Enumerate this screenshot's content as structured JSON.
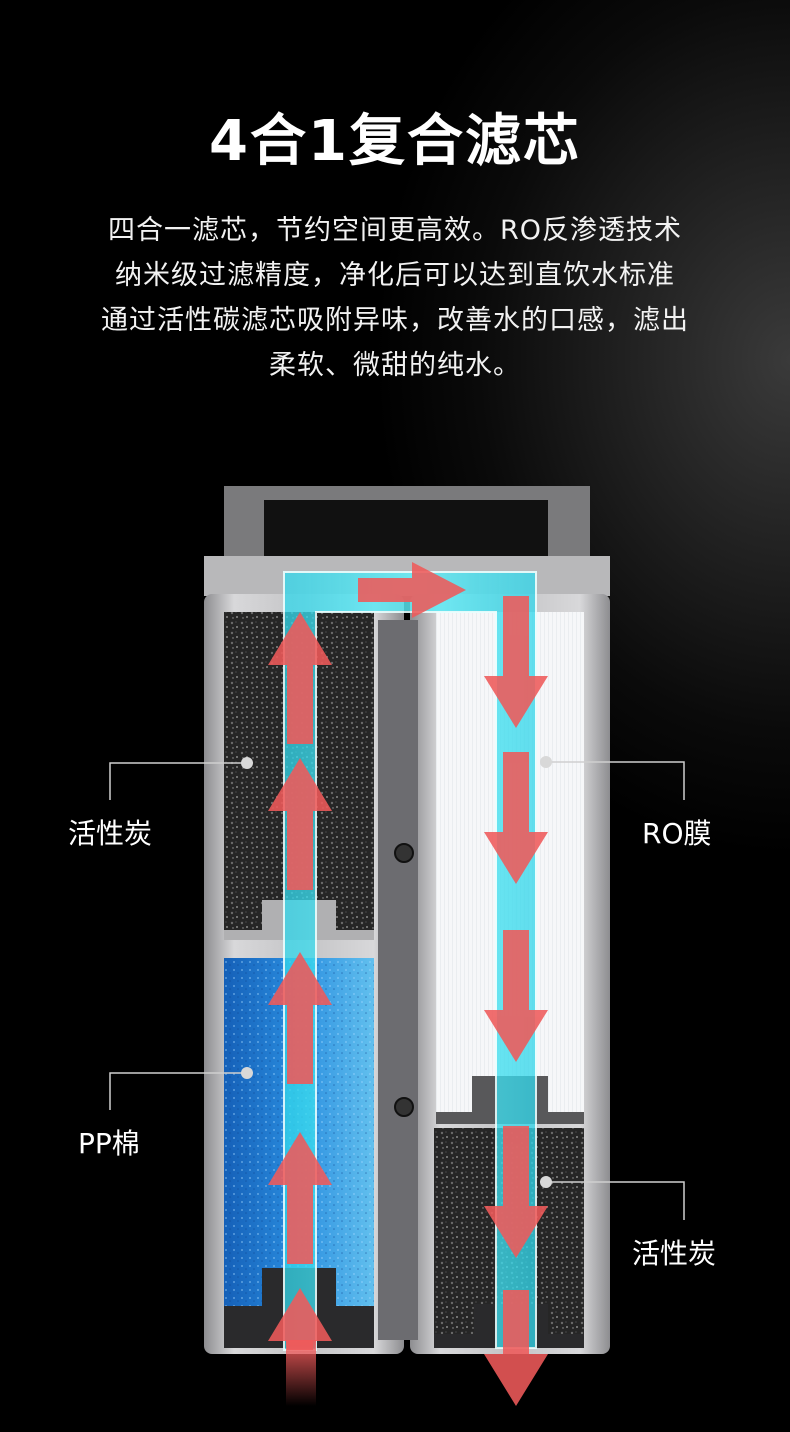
{
  "title": "4合1复合滤芯",
  "description": [
    "四合一滤芯，节约空间更高效。RO反渗透技术",
    "纳米级过滤精度，净化后可以达到直饮水标准",
    "通过活性碳滤芯吸附异味，改善水的口感，滤出",
    "柔软、微甜的纯水。"
  ],
  "labels": {
    "left_top": "活性炭",
    "left_bottom": "PP棉",
    "right_top": "RO膜",
    "right_bottom": "活性炭"
  },
  "colors": {
    "water_flow": "#3fe0f0",
    "arrow": "#ef5a5a",
    "pp_cotton": "#1e78d0",
    "carbon": "#2a2a2a",
    "ro_membrane": "#f4f6f8",
    "housing": "#c9c9cb"
  }
}
